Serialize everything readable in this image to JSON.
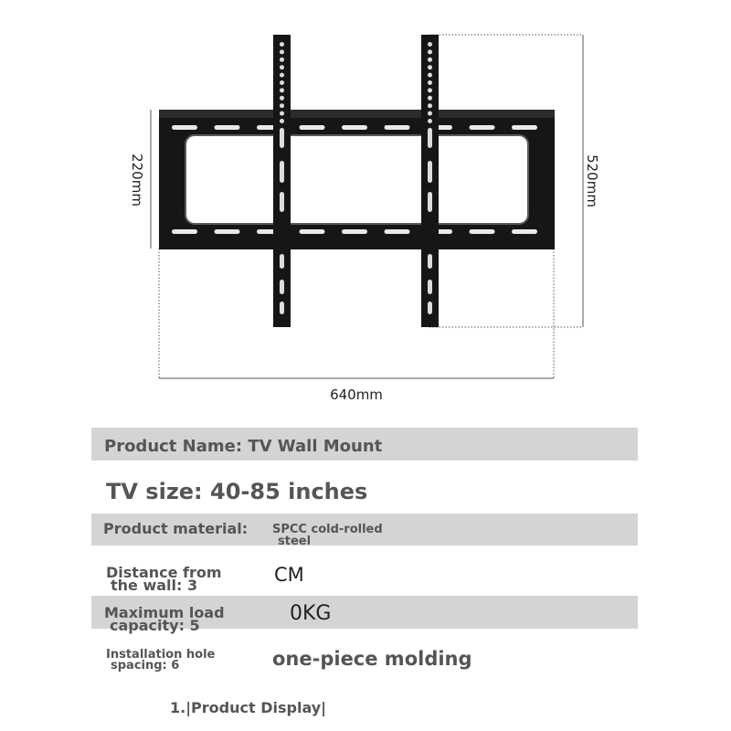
{
  "dimensions": {
    "height_label": "220mm",
    "vertical_label": "520mm",
    "width_label": "640mm"
  },
  "specs": {
    "product_name": "Product Name: TV Wall Mount",
    "tv_size": "TV size: 40-85 inches",
    "material_label": "Product material:",
    "material_value_line1": "SPCC cold-rolled",
    "material_value_line2": "steel",
    "distance_label_line1": "Distance from",
    "distance_label_line2": "the wall: 3",
    "distance_value": "CM",
    "load_label_line1": "Maximum load",
    "load_label_line2": "capacity: 5",
    "load_value": "0KG",
    "hole_label_line1": "Installation hole",
    "hole_label_line2": "spacing: 6",
    "hole_value": "one-piece molding"
  },
  "footer": {
    "section_title": "1.|Product Display|"
  },
  "colors": {
    "mount": "#161616",
    "slot": "#e9e9e9",
    "band": "#d4d4d4",
    "label_text": "#555555"
  }
}
